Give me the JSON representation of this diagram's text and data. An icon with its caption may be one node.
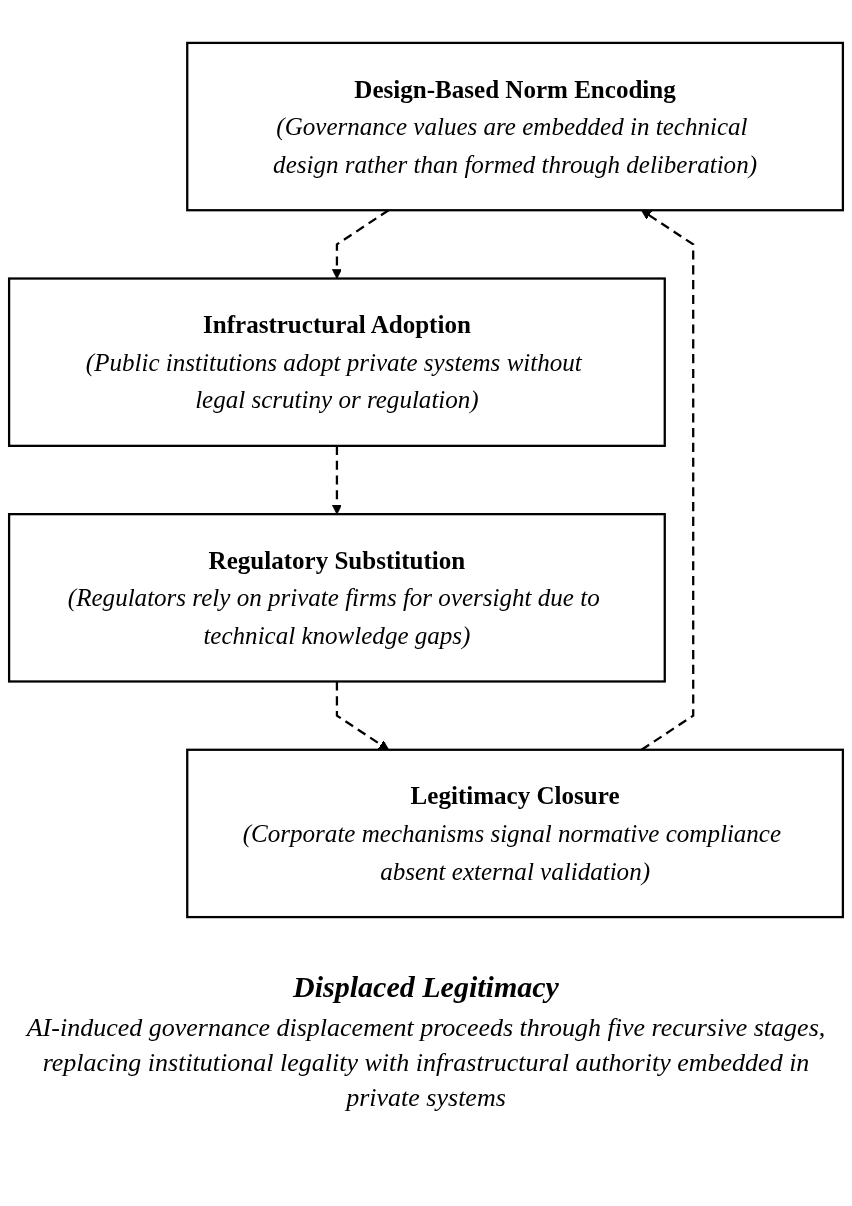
{
  "diagram": {
    "title": "Displaced Legitimacy",
    "caption": "AI-induced governance displacement proceeds through five recursive stages, replacing institutional legality with infrastructural authority embedded in private systems",
    "nodes": [
      {
        "text": [
          "Design-Based Norm Encoding",
          "(Governance values are embedded in technical design rather than formed through deliberation)"
        ]
      },
      {
        "text": [
          "Infrastructural Adoption",
          "(Public institutions adopt private systems without legal scrutiny or regulation)"
        ]
      },
      {
        "text": [
          "Regulatory Substitution",
          "(Regulators rely on private firms for oversight due to technical knowledge gaps)"
        ]
      },
      {
        "text": [
          "Legitimacy Closure",
          "(Corporate mechanisms signal normative compliance absent external validation)"
        ]
      }
    ],
    "edges": [
      {
        "from": 0,
        "to": 1,
        "arrow": "to",
        "style": "dashed"
      },
      {
        "from": 1,
        "to": 2,
        "arrow": "to",
        "style": "dashed"
      },
      {
        "from": 2,
        "to": 3,
        "arrow": "to",
        "style": "dashed"
      },
      {
        "from": 3,
        "to": 0,
        "arrow": "to",
        "style": "dashed"
      }
    ]
  }
}
